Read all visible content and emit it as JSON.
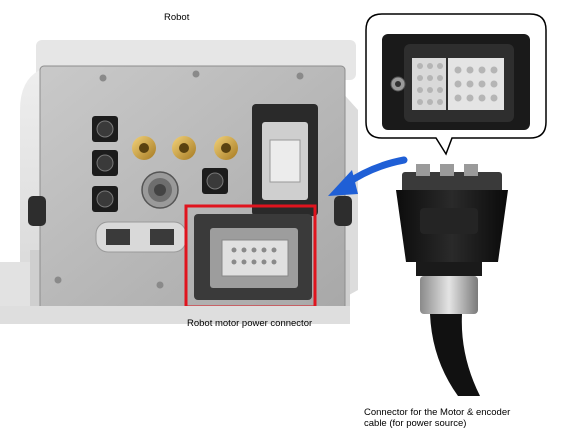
{
  "labels": {
    "robot": "Robot",
    "robot_motor_connector": "Robot motor power connector",
    "cable_connector_line1": "Connector for the Motor & encoder",
    "cable_connector_line2": "cable (for power source)"
  },
  "colors": {
    "highlight_box": "#e0141e",
    "arrow": "#1f5fd6",
    "panel": "#b9b9b9",
    "connector_body": "#141414"
  },
  "icons": {
    "arrow": "curved-arrow-icon",
    "callout": "speech-bubble-callout"
  }
}
